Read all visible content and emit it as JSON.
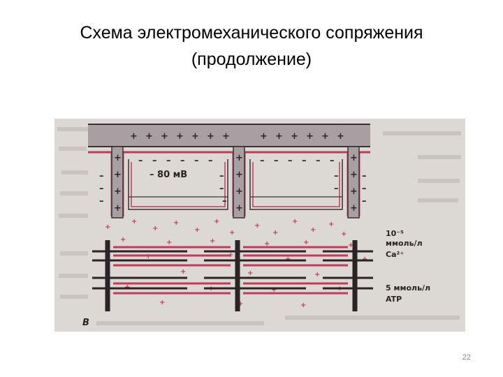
{
  "slide": {
    "title_line1": "Схема электромеханического сопряжения",
    "title_line2": "(продолжение)",
    "page_number": "22"
  },
  "figure": {
    "membrane_potential": "– 80 мВ",
    "ca_conc_line1": "10⁻⁵",
    "ca_conc_line2": "ммоль/л",
    "ca_label": "Ca²⁺",
    "atp_conc": "5 ммоль/л",
    "atp_label": "ATP",
    "panel_letter": "B"
  },
  "colors": {
    "membrane_fill": "#a89fa2",
    "membrane_line": "#3a3134",
    "pink": "#c23a5a",
    "filament_dark": "#2a2426",
    "background_text": "#c9c4c0"
  }
}
